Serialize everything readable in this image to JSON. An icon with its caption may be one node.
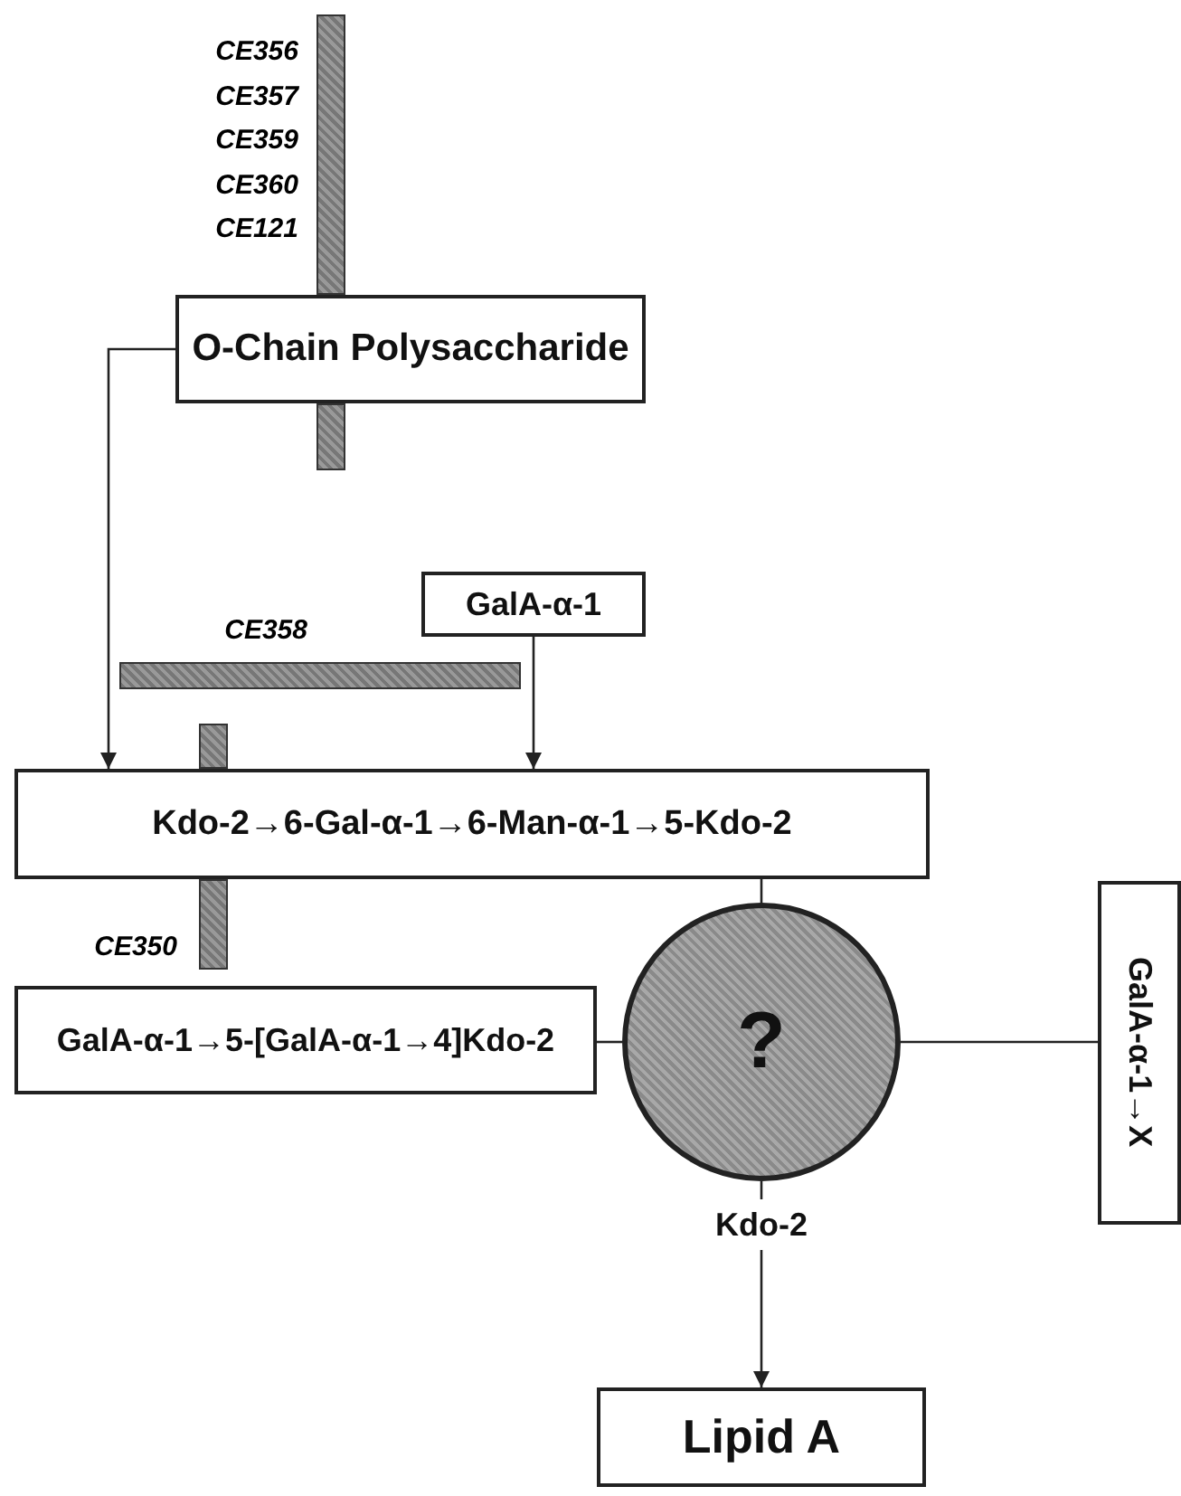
{
  "diagram": {
    "nodes": [
      {
        "text": [],
        "shape": "bar",
        "beside": [
          "CE356",
          "CE357",
          "CE359",
          "CE360",
          "CE121"
        ]
      },
      {
        "text": [
          "O-Chain Polysaccharide"
        ]
      },
      {
        "text": [
          "GalA-α-1"
        ]
      },
      {
        "text": [],
        "shape": "bar",
        "beside": [
          "CE358"
        ]
      },
      {
        "text": [
          "Kdo-2→6-Gal-α-1→6-Man-α-1→5-Kdo-2"
        ]
      },
      {
        "text": [],
        "shape": "bar",
        "beside": [
          "CE350"
        ]
      },
      {
        "text": [
          "GalA-α-1→5-[GalA-α-1→4]Kdo-2"
        ]
      },
      {
        "text": [
          "?"
        ]
      },
      {
        "text": [
          "GalA-α-1→X"
        ]
      },
      {
        "text": [
          "Kdo-2"
        ]
      },
      {
        "text": [
          "Lipid A"
        ]
      }
    ],
    "edges": [
      {
        "from": 1,
        "to": 4,
        "arrow": "to"
      },
      {
        "from": 2,
        "to": 4,
        "arrow": "to"
      },
      {
        "from": 4,
        "to": 7,
        "arrow": "none"
      },
      {
        "from": 6,
        "to": 7,
        "arrow": "none"
      },
      {
        "from": 7,
        "to": 8,
        "arrow": "none"
      },
      {
        "from": 7,
        "to": 9,
        "arrow": "none"
      },
      {
        "from": 9,
        "to": 10,
        "arrow": "to"
      }
    ]
  }
}
